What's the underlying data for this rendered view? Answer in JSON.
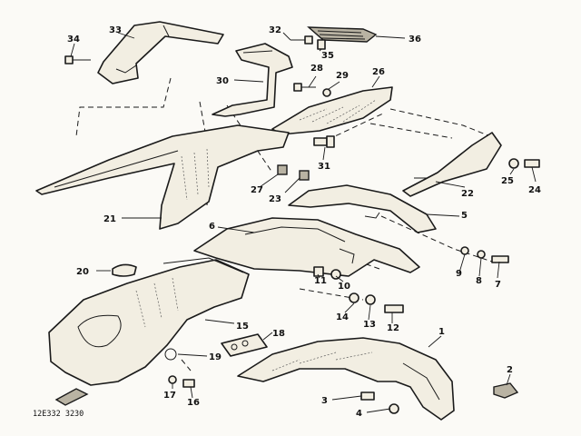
{
  "diagram": {
    "part_numbers": [
      "1",
      "2",
      "3",
      "4",
      "5",
      "6",
      "7",
      "8",
      "9",
      "10",
      "11",
      "12",
      "13",
      "14",
      "15",
      "16",
      "17",
      "18",
      "19",
      "20",
      "21",
      "22",
      "23",
      "24",
      "25",
      "26",
      "27",
      "28",
      "29",
      "30",
      "31",
      "32",
      "33",
      "34",
      "35",
      "36"
    ],
    "drawing_code": "12E332 3230"
  }
}
